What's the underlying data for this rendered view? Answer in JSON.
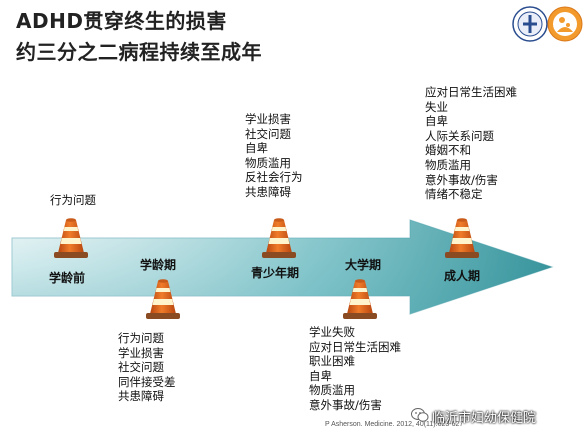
{
  "title": {
    "line1": "ADHD贯穿终生的损害",
    "line2": "约三分之二病程持续至成年"
  },
  "logos": [
    "hospital-seal-icon",
    "maternal-child-logo-icon"
  ],
  "colors": {
    "arrow_dark": "#3f9fa6",
    "arrow_light": "#d8eff1",
    "cone_orange": "#e46b1c",
    "cone_stripe": "#fff4cc",
    "cone_base": "#8a4a22"
  },
  "stages": [
    {
      "label": "学龄前",
      "items": [
        "行为问题"
      ]
    },
    {
      "label": "学龄期",
      "items": [
        "行为问题",
        "学业损害",
        "社交问题",
        "同伴接受差",
        "共患障碍"
      ]
    },
    {
      "label": "青少年期",
      "items": [
        "学业损害",
        "社交问题",
        "自卑",
        "物质滥用",
        "反社会行为",
        "共患障碍"
      ]
    },
    {
      "label": "大学期",
      "items": [
        "学业失败",
        "应对日常生活困难",
        "职业困难",
        "自卑",
        "物质滥用",
        "意外事故/伤害"
      ]
    },
    {
      "label": "成人期",
      "items": [
        "应对日常生活困难",
        "失业",
        "自卑",
        "人际关系问题",
        "婚姻不和",
        "物质滥用",
        "意外事故/伤害",
        "情绪不稳定"
      ]
    }
  ],
  "citation": "P Asherson. Medicine. 2012, 40(11):623-627",
  "watermark": "临沂市妇幼保健院"
}
